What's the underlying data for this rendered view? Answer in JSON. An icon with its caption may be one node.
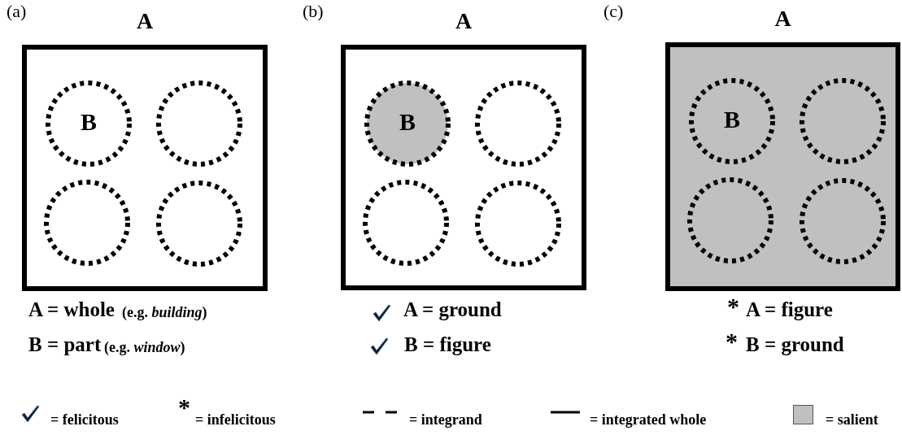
{
  "diagram": {
    "nodes": [
      {
        "text": [
          "A"
        ]
      },
      {
        "text": [
          "B"
        ],
        "in": 0
      },
      {
        "text": [],
        "shape": "circle",
        "in": 0
      },
      {
        "text": [],
        "shape": "circle",
        "in": 0
      },
      {
        "text": [],
        "shape": "circle",
        "in": 0
      },
      {
        "text": [
          "A"
        ]
      },
      {
        "text": [
          "B"
        ],
        "in": 5
      },
      {
        "text": [],
        "shape": "circle",
        "in": 5
      },
      {
        "text": [],
        "shape": "circle",
        "in": 5
      },
      {
        "text": [],
        "shape": "circle",
        "in": 5
      },
      {
        "text": [
          "A"
        ]
      },
      {
        "text": [
          "B"
        ],
        "in": 10
      },
      {
        "text": [],
        "shape": "circle",
        "in": 10
      },
      {
        "text": [],
        "shape": "circle",
        "in": 10
      },
      {
        "text": [],
        "shape": "circle",
        "in": 10
      }
    ],
    "labels": [
      "(a)",
      "(b)",
      "(c)",
      "A = whole",
      "(e.g. *building*)",
      "A = ground",
      "*",
      "A = figure",
      "B = part",
      "(e.g. *window*)",
      "B = figure",
      "*",
      "B = ground",
      "*"
    ],
    "legend": [
      {
        "text": "= felicitous"
      },
      {
        "text": "= infelicitous"
      },
      {
        "text": "= integrand"
      },
      {
        "text": "= integrated whole"
      },
      {
        "text": "= salient",
        "color": "#c0c0c0"
      }
    ]
  }
}
